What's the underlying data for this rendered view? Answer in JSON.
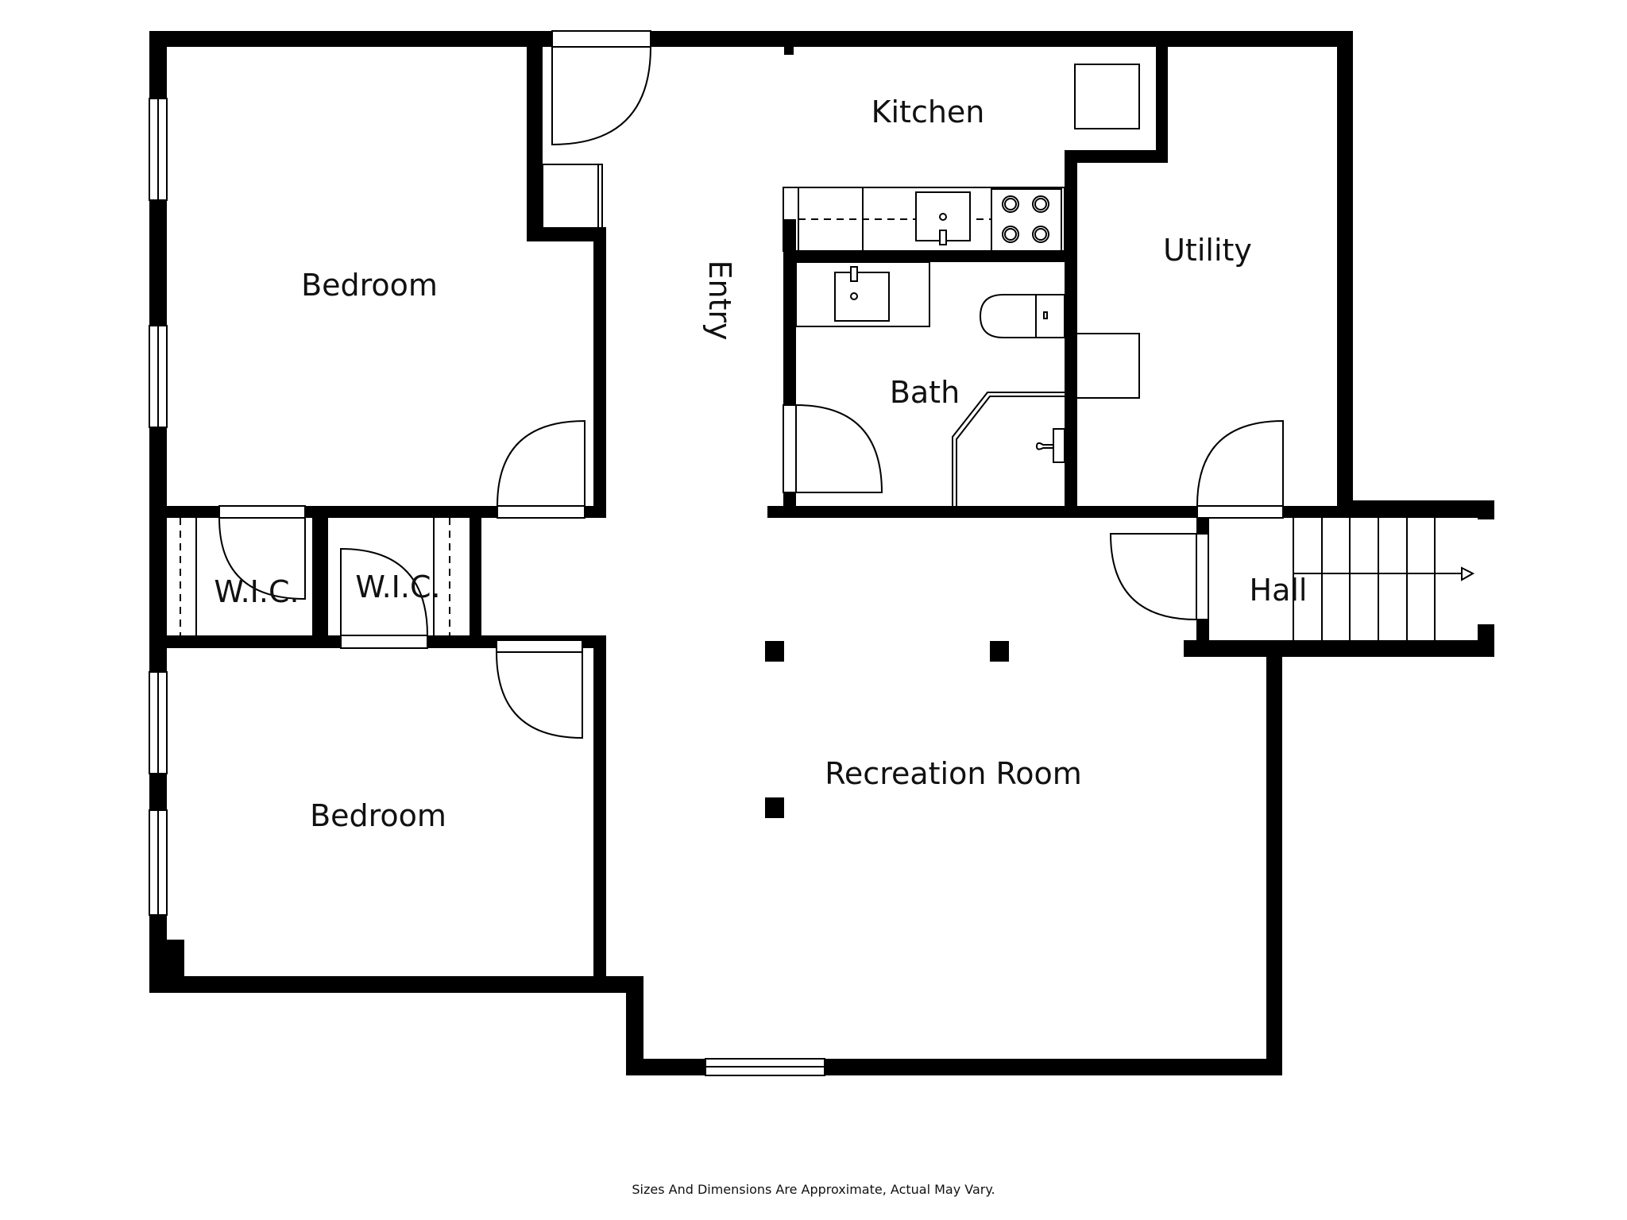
{
  "floorplan": {
    "rooms": [
      {
        "id": "bedroom-top",
        "label": "Bedroom"
      },
      {
        "id": "kitchen",
        "label": "Kitchen"
      },
      {
        "id": "utility",
        "label": "Utility"
      },
      {
        "id": "entry",
        "label": "Entry"
      },
      {
        "id": "bath",
        "label": "Bath"
      },
      {
        "id": "wic-left",
        "label": "W.I.C."
      },
      {
        "id": "wic-right",
        "label": "W.I.C."
      },
      {
        "id": "hall",
        "label": "Hall"
      },
      {
        "id": "recreation-room",
        "label": "Recreation Room"
      },
      {
        "id": "bedroom-bottom",
        "label": "Bedroom"
      }
    ],
    "footer_note": "Sizes And Dimensions Are Approximate, Actual May Vary.",
    "colors": {
      "wall": "#000000",
      "background": "#ffffff",
      "text": "#111111"
    }
  }
}
